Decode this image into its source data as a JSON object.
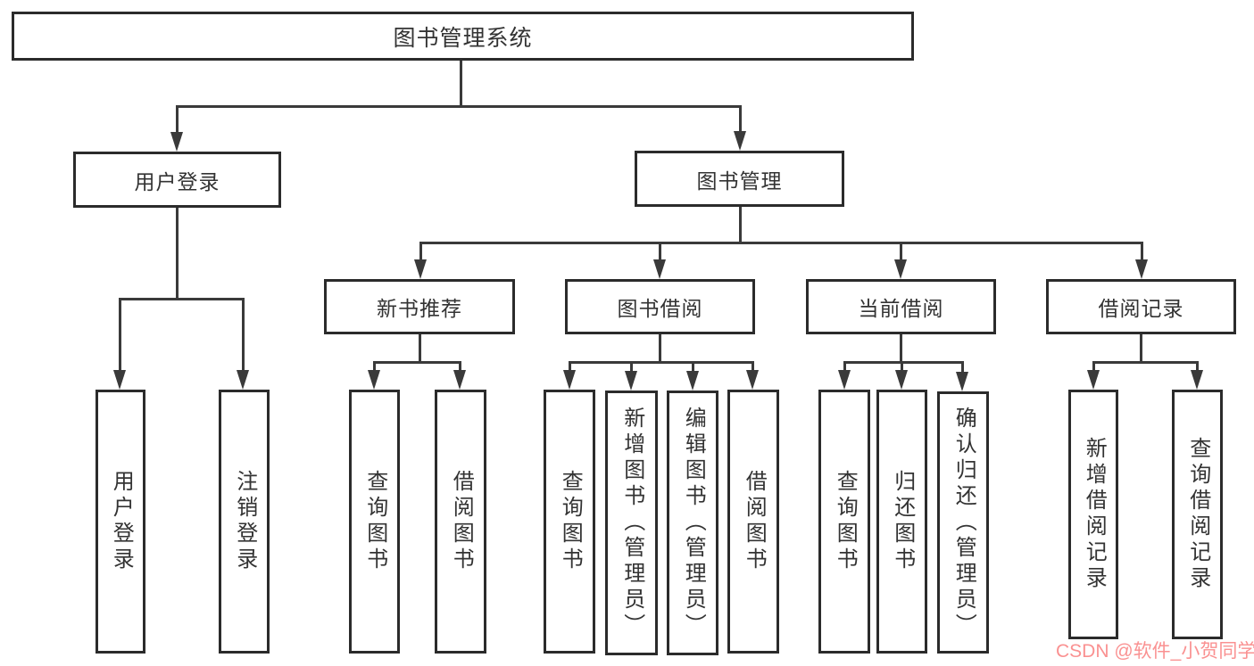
{
  "diagram": {
    "title": "图书管理系统",
    "root": {
      "label": "图书管理系统"
    },
    "branches": [
      {
        "label": "用户登录",
        "children": [
          {
            "label": "用户登录"
          },
          {
            "label": "注销登录"
          }
        ]
      },
      {
        "label": "图书管理",
        "groups": [
          {
            "label": "新书推荐",
            "children": [
              {
                "label": "查询图书"
              },
              {
                "label": "借阅图书"
              }
            ]
          },
          {
            "label": "图书借阅",
            "children": [
              {
                "label": "查询图书"
              },
              {
                "label": "新增图书（管理员）"
              },
              {
                "label": "编辑图书（管理员）"
              },
              {
                "label": "借阅图书"
              }
            ]
          },
          {
            "label": "当前借阅",
            "children": [
              {
                "label": "查询图书"
              },
              {
                "label": "归还图书"
              },
              {
                "label": "确认归还（管理员）"
              }
            ]
          },
          {
            "label": "借阅记录",
            "children": [
              {
                "label": "新增借阅记录"
              },
              {
                "label": "查询借阅记录"
              }
            ]
          }
        ]
      }
    ]
  },
  "watermark": {
    "text": "CSDN @软件_小贺同学",
    "color": "#fa9191"
  },
  "colors": {
    "line": "#3a3a3a",
    "box_border": "#2b2b2b",
    "text": "#333333",
    "background": "#ffffff"
  }
}
